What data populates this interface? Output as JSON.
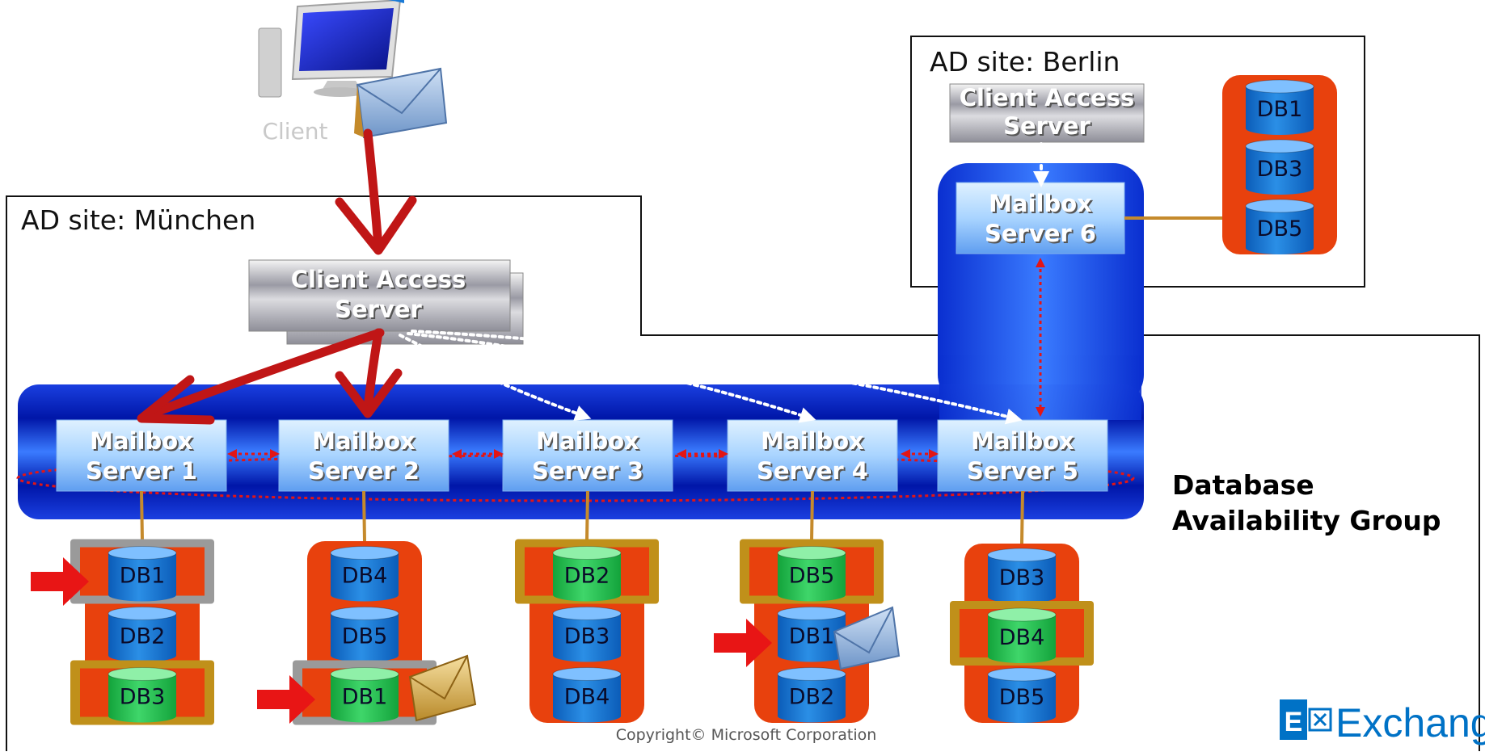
{
  "colors": {
    "dag_blue": "#0a3fd8",
    "db_frame_orange": "#e8410d",
    "db_blue": "#1a7ad6",
    "db_green": "#1fbd4a",
    "active_gold": "#c0901a",
    "passive_gray": "#9a9a9a",
    "arrow_red": "#c01616",
    "exchange_blue": "#0072c6"
  },
  "client": {
    "label": "Client",
    "icon": "desktop-computer-icon"
  },
  "sites": {
    "berlin": {
      "label": "AD site: Berlin"
    },
    "munchen": {
      "label": "AD site: München"
    }
  },
  "cas": {
    "munchen": {
      "line1": "Client Access",
      "line2": "Server"
    },
    "berlin": {
      "line1": "Client Access",
      "line2": "Server"
    }
  },
  "mailbox_servers": [
    {
      "line1": "Mailbox",
      "line2": "Server 1"
    },
    {
      "line1": "Mailbox",
      "line2": "Server 2"
    },
    {
      "line1": "Mailbox",
      "line2": "Server 3"
    },
    {
      "line1": "Mailbox",
      "line2": "Server 4"
    },
    {
      "line1": "Mailbox",
      "line2": "Server 5"
    },
    {
      "line1": "Mailbox",
      "line2": "Server 6"
    }
  ],
  "dag": {
    "line1": "Database",
    "line2": "Availability Group"
  },
  "db_stacks": [
    {
      "server": 1,
      "dbs": [
        {
          "name": "DB1",
          "color": "blue",
          "frame": "gray"
        },
        {
          "name": "DB2",
          "color": "blue",
          "frame": "none"
        },
        {
          "name": "DB3",
          "color": "green",
          "frame": "gold"
        }
      ]
    },
    {
      "server": 2,
      "dbs": [
        {
          "name": "DB4",
          "color": "blue",
          "frame": "none"
        },
        {
          "name": "DB5",
          "color": "blue",
          "frame": "none"
        },
        {
          "name": "DB1",
          "color": "green",
          "frame": "gray"
        }
      ]
    },
    {
      "server": 3,
      "dbs": [
        {
          "name": "DB2",
          "color": "green",
          "frame": "gold"
        },
        {
          "name": "DB3",
          "color": "blue",
          "frame": "none"
        },
        {
          "name": "DB4",
          "color": "blue",
          "frame": "none"
        }
      ]
    },
    {
      "server": 4,
      "dbs": [
        {
          "name": "DB5",
          "color": "green",
          "frame": "gold"
        },
        {
          "name": "DB1",
          "color": "blue",
          "frame": "none"
        },
        {
          "name": "DB2",
          "color": "blue",
          "frame": "none"
        }
      ]
    },
    {
      "server": 5,
      "dbs": [
        {
          "name": "DB3",
          "color": "blue",
          "frame": "none"
        },
        {
          "name": "DB4",
          "color": "green",
          "frame": "gold"
        },
        {
          "name": "DB5",
          "color": "blue",
          "frame": "none"
        }
      ]
    },
    {
      "server": 6,
      "dbs": [
        {
          "name": "DB1",
          "color": "blue",
          "frame": "none"
        },
        {
          "name": "DB3",
          "color": "blue",
          "frame": "none"
        },
        {
          "name": "DB5",
          "color": "blue",
          "frame": "none"
        }
      ]
    }
  ],
  "footer": {
    "copyright": "Copyright© Microsoft Corporation"
  },
  "brand": {
    "logo_letter": "E",
    "name": "Exchange"
  }
}
